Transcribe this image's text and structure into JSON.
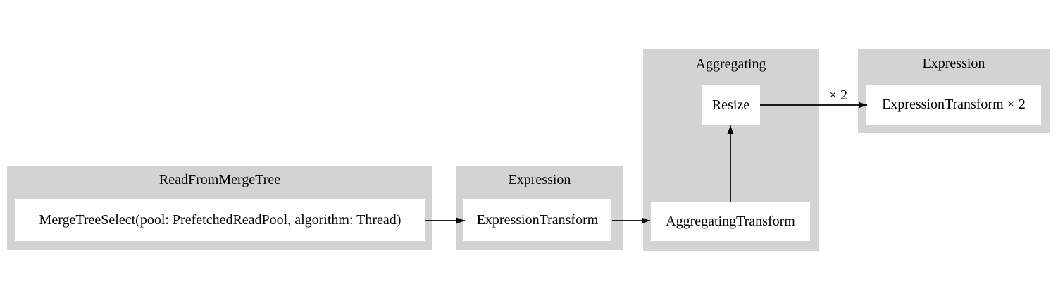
{
  "diagram": {
    "type": "pipeline-graph",
    "colors": {
      "background": "#ffffff",
      "cluster_fill": "#d3d3d3",
      "node_fill": "#ffffff",
      "text": "#000000",
      "edge": "#000000"
    },
    "clusters": [
      {
        "title": "ReadFromMergeTree",
        "nodes": [
          "MergeTreeSelect(pool: PrefetchedReadPool, algorithm: Thread)"
        ]
      },
      {
        "title": "Expression",
        "nodes": [
          "ExpressionTransform"
        ]
      },
      {
        "title": "Aggregating",
        "nodes": [
          "AggregatingTransform",
          "Resize"
        ]
      },
      {
        "title": "Expression",
        "nodes": [
          "ExpressionTransform × 2"
        ]
      }
    ],
    "edges": [
      {
        "from": "MergeTreeSelect(pool: PrefetchedReadPool, algorithm: Thread)",
        "to": "ExpressionTransform",
        "label": ""
      },
      {
        "from": "ExpressionTransform",
        "to": "AggregatingTransform",
        "label": ""
      },
      {
        "from": "AggregatingTransform",
        "to": "Resize",
        "label": ""
      },
      {
        "from": "Resize",
        "to": "ExpressionTransform × 2",
        "label": "× 2"
      }
    ]
  }
}
